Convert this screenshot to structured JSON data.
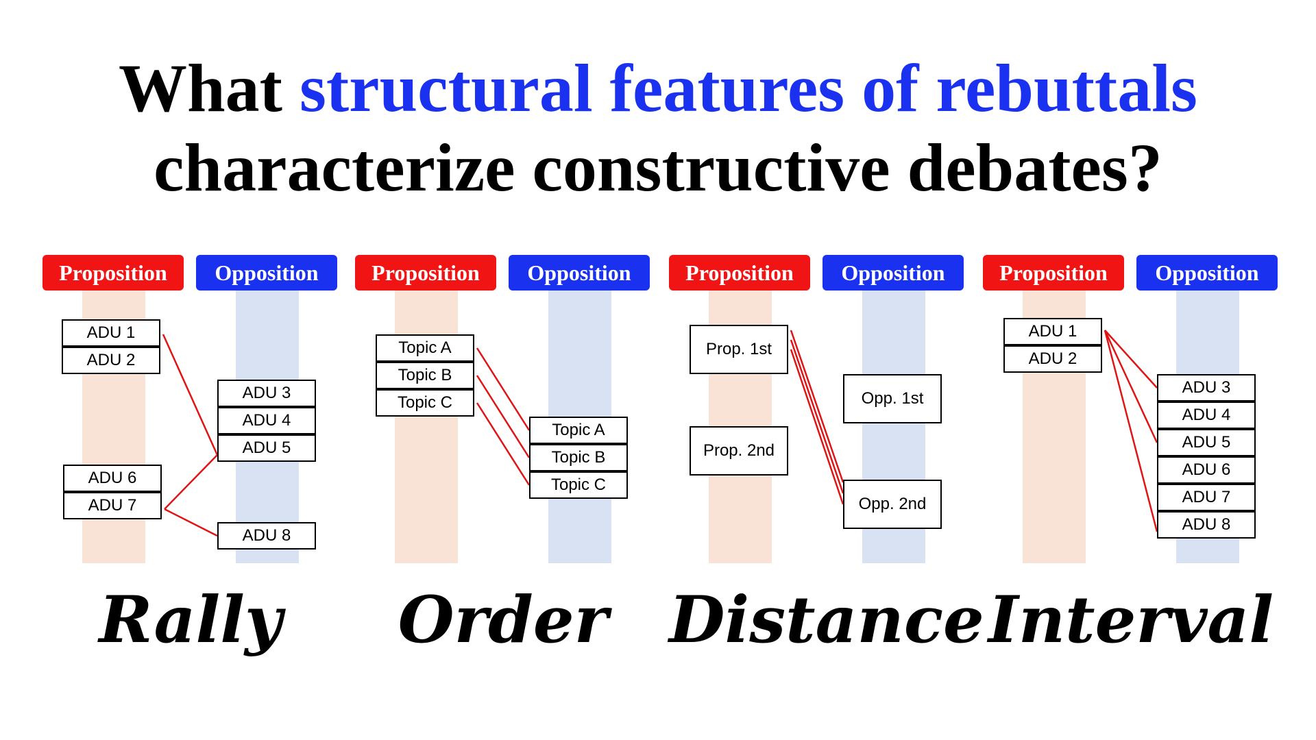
{
  "title": {
    "prefix": "What ",
    "highlight": "structural features of rebuttals",
    "line2": "characterize constructive debates?",
    "highlight_color": "#1a32f0"
  },
  "labels": {
    "proposition": "Proposition",
    "opposition": "Opposition"
  },
  "colors": {
    "proposition": "#f01414",
    "opposition": "#1a32f0",
    "link": "#e01414"
  },
  "panels": [
    {
      "name": "Rally",
      "prop": [
        "ADU 1",
        "ADU 2",
        "ADU 6",
        "ADU 7"
      ],
      "opp": [
        "ADU 3",
        "ADU 4",
        "ADU 5",
        "ADU 8"
      ]
    },
    {
      "name": "Order",
      "prop": [
        "Topic A",
        "Topic B",
        "Topic C"
      ],
      "opp": [
        "Topic A",
        "Topic B",
        "Topic C"
      ]
    },
    {
      "name": "Distance",
      "prop": [
        "Prop. 1st",
        "Prop. 2nd"
      ],
      "opp": [
        "Opp. 1st",
        "Opp. 2nd"
      ]
    },
    {
      "name": "Interval",
      "prop": [
        "ADU 1",
        "ADU 2"
      ],
      "opp": [
        "ADU 3",
        "ADU 4",
        "ADU 5",
        "ADU 6",
        "ADU 7",
        "ADU 8"
      ]
    }
  ]
}
